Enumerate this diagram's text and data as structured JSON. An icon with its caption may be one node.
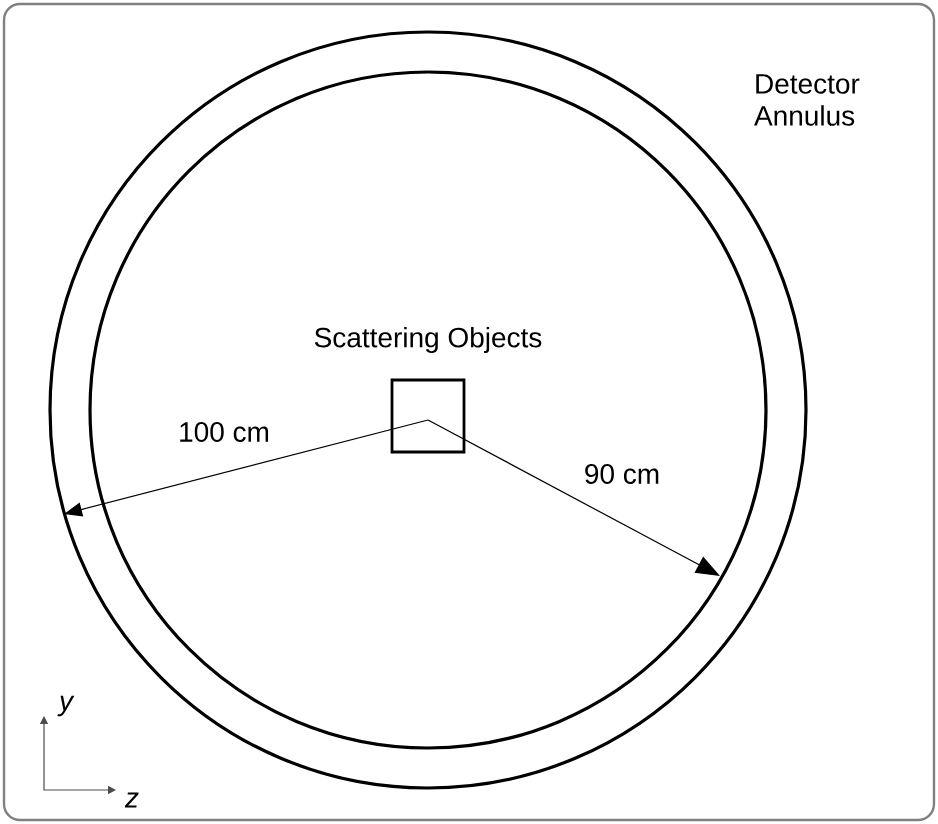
{
  "diagram": {
    "nodes": [
      {
        "text": [
          "Detector Annulus"
        ]
      },
      {
        "text": [
          "Scattering Objects"
        ],
        "in": 0
      }
    ],
    "edges": [],
    "labels": [
      "100 cm",
      "90 cm",
      "y",
      "z"
    ]
  }
}
